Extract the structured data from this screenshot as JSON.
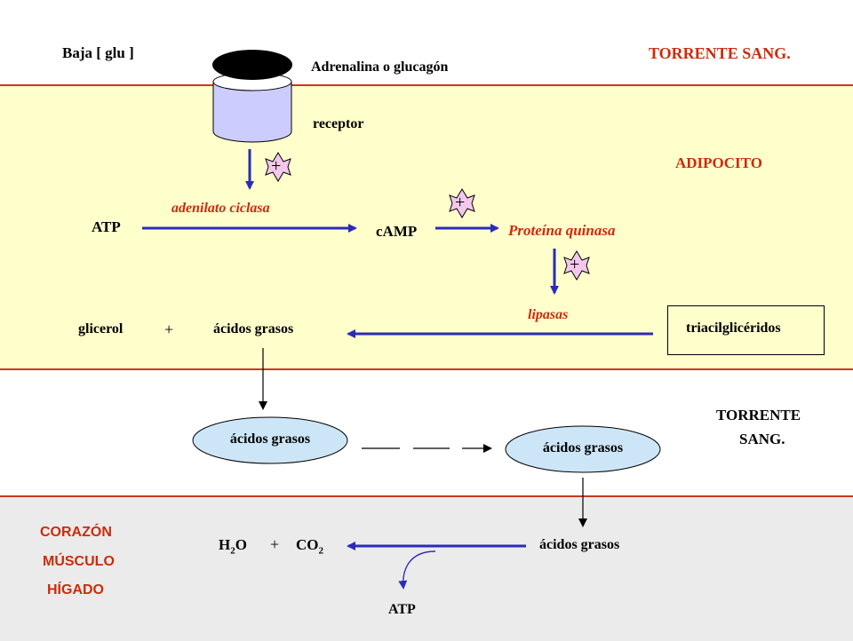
{
  "header": {
    "left_label": "Baja [ glu ]",
    "right_label": "TORRENTE SANG."
  },
  "receptor": {
    "ligand_label": "Adrenalina o glucagón",
    "receptor_label": "receptor"
  },
  "adipocito": {
    "region_label": "ADIPOCITO",
    "atp_label": "ATP",
    "enzyme_ac": "adenilato ciclasa",
    "camp_label": "cAMP",
    "pka_label": "Proteína quinasa",
    "lipasas_label": "lipasas",
    "tag_label": "triacilglicéridos",
    "glicerol_label": "glicerol",
    "plus_sign": "+",
    "fa_label": "ácidos grasos",
    "activation_sign": "+"
  },
  "blood": {
    "region_label_line1": "TORRENTE",
    "region_label_line2": "SANG.",
    "fa_left": "ácidos grasos",
    "fa_right": "ácidos grasos"
  },
  "tissues": {
    "items": [
      "CORAZÓN",
      "MÚSCULO",
      "HÍGADO"
    ],
    "fa_label": "ácidos grasos",
    "h2o_main": "H",
    "h2o_sub": "2",
    "h2o_tail": "O",
    "plus_sign": "+",
    "co2_main": "CO",
    "co2_sub": "2",
    "atp_label": "ATP"
  },
  "colors": {
    "arrow_blue": "#2b2bb8",
    "label_red": "#cc2b0a",
    "activator_fill": "#f4c8ec",
    "ellipse_fill": "#cde6f7",
    "receptor_fill": "#ccccff",
    "adipocito_bg": "#ffffcc",
    "tissue_bg": "#ebebeb"
  }
}
